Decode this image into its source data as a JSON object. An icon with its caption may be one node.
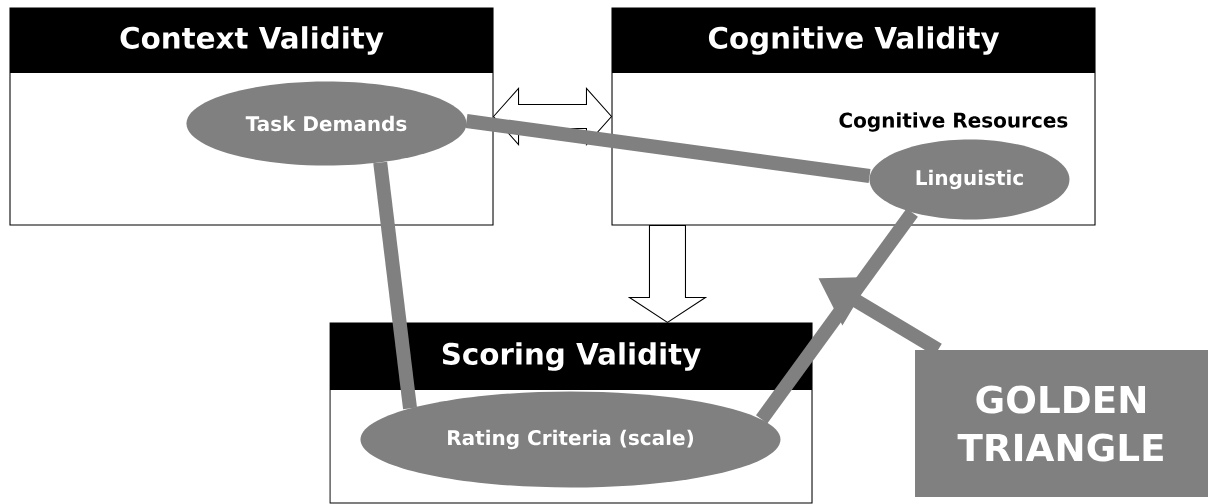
{
  "diagram": {
    "nodes": [
      {
        "text": [
          "Context Validity"
        ]
      },
      {
        "text": [
          "Task Demands"
        ],
        "in": 0
      },
      {
        "text": [
          "Cognitive Validity",
          "Cognitive Resources"
        ]
      },
      {
        "text": [
          "Linguistic"
        ],
        "in": 2
      },
      {
        "text": [
          "Scoring Validity"
        ]
      },
      {
        "text": [
          "Rating Criteria (scale)"
        ],
        "in": 4
      },
      {
        "text": [
          "GOLDEN TRIANGLE"
        ]
      }
    ],
    "edges": [
      {
        "from": 0,
        "to": 2,
        "arrow": "both",
        "color": "#000000"
      },
      {
        "from": 2,
        "to": 4,
        "arrow": "to",
        "color": "#000000"
      },
      {
        "from": 1,
        "to": 3,
        "arrow": "none"
      },
      {
        "from": 1,
        "to": 5,
        "arrow": "none"
      },
      {
        "from": 3,
        "to": 5,
        "arrow": "none"
      },
      {
        "from": 6,
        "to": null,
        "arrow": "to"
      }
    ]
  }
}
